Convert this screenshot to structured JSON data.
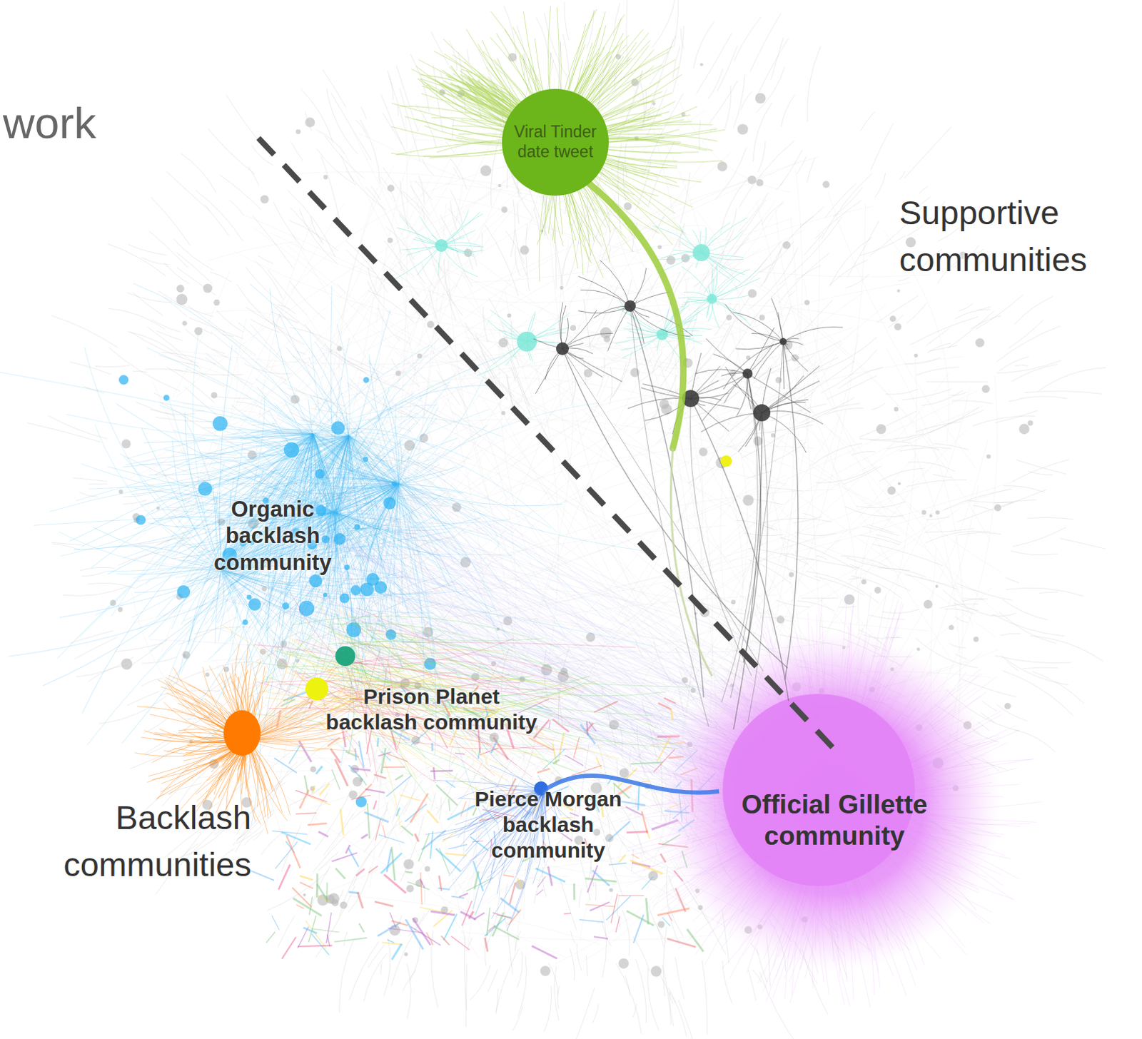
{
  "diagram": {
    "nodes": [
      {
        "text": [
          "Viral Tinder date tweet"
        ]
      },
      {
        "text": [
          "Organic backlash community"
        ]
      },
      {
        "text": [
          "Prison Planet backlash community"
        ]
      },
      {
        "text": [
          "Pierce Morgan backlash community"
        ]
      },
      {
        "text": [
          "Official Gillette community"
        ]
      }
    ],
    "labels": [
      "work",
      "Supportive communities",
      "Backlash communities"
    ]
  }
}
